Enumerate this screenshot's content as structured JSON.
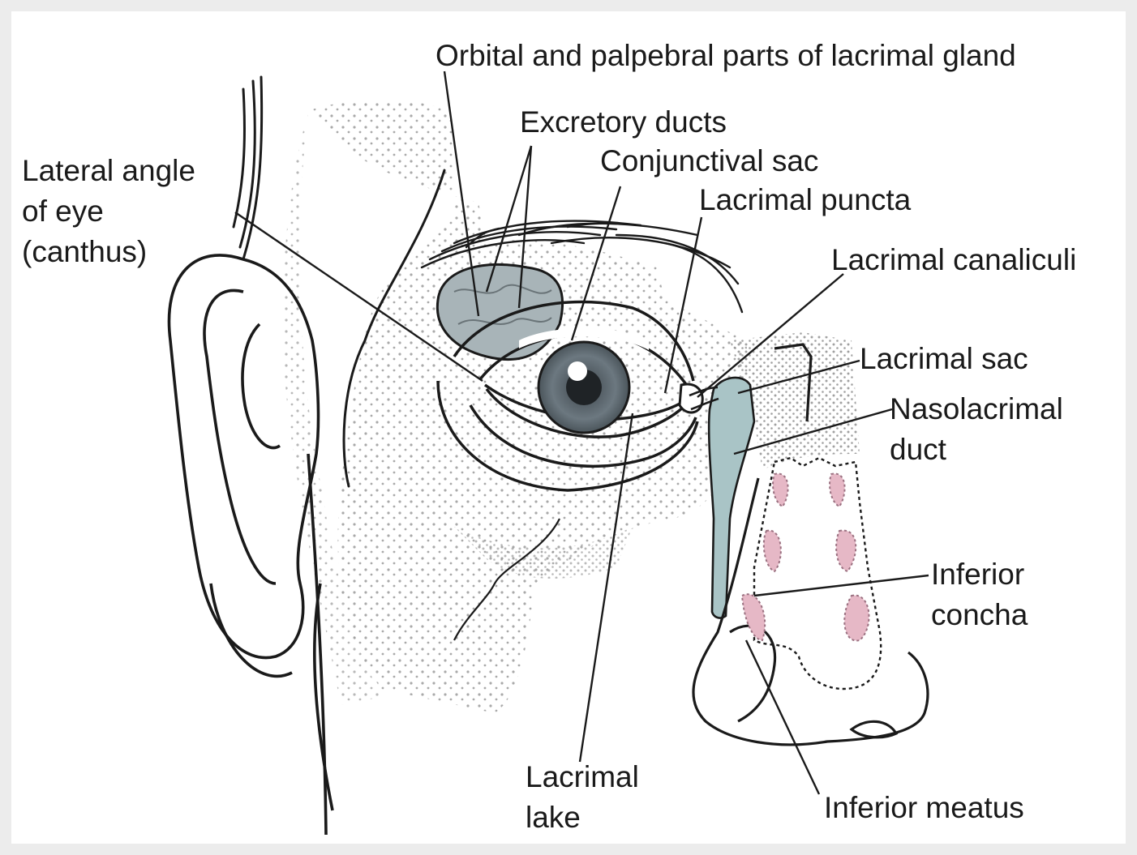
{
  "labels": {
    "orbital_palpebral": "Orbital and palpebral parts of lacrimal gland",
    "excretory_ducts": "Excretory ducts",
    "conjunctival_sac": "Conjunctival sac",
    "lacrimal_puncta": "Lacrimal puncta",
    "lacrimal_canaliculi": "Lacrimal canaliculi",
    "lateral_angle": [
      "Lateral angle",
      "of eye",
      "(canthus)"
    ],
    "lacrimal_sac": "Lacrimal sac",
    "nasolacrimal_duct": [
      "Nasolacrimal",
      "duct"
    ],
    "inferior_concha": [
      "Inferior",
      "concha"
    ],
    "lacrimal_lake": [
      "Lacrimal",
      "lake"
    ],
    "inferior_meatus": "Inferior meatus"
  },
  "colors": {
    "line": "#1a1a1a",
    "stipple": "#9a9a9a",
    "gland": "#a8b4b8",
    "sac": "#a9c4c6",
    "concha": "#e6b8c6",
    "iris": "#5e6a72",
    "pupil": "#1f2326"
  }
}
